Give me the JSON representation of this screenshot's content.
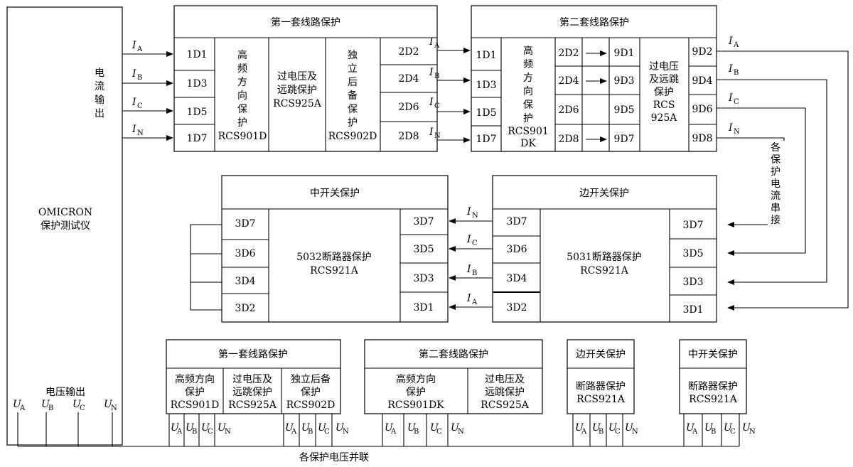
{
  "tester": {
    "current_out": [
      "电",
      "流",
      "输",
      "出"
    ],
    "name1": "OMICRON",
    "name2": "保护测试仪",
    "voltage_out": "电压输出"
  },
  "phases": [
    "A",
    "B",
    "C",
    "N"
  ],
  "prot1": {
    "title": "第一套线路保护",
    "left_terms": [
      "1D1",
      "1D3",
      "1D5",
      "1D7"
    ],
    "col1": [
      "高",
      "频",
      "方",
      "向",
      "保",
      "护",
      "RCS901D"
    ],
    "col2": [
      "过电压及",
      "远跳保护",
      "RCS925A"
    ],
    "col3": [
      "独",
      "立",
      "后",
      "备",
      "保",
      "护",
      "RCS902D"
    ],
    "right_terms": [
      "2D2",
      "2D4",
      "2D6",
      "2D8"
    ]
  },
  "prot2": {
    "title": "第二套线路保护",
    "left_terms": [
      "1D1",
      "1D3",
      "1D5",
      "1D7"
    ],
    "col1": [
      "高",
      "频",
      "方",
      "向",
      "保",
      "护",
      "RCS901",
      "DK"
    ],
    "mid_terms": [
      "2D2",
      "2D4",
      "2D6",
      "2D8"
    ],
    "nine_terms": [
      "9D1",
      "9D3",
      "9D5",
      "9D7"
    ],
    "col2": [
      "过电压",
      "及远跳",
      "保护",
      "RCS",
      "925A"
    ],
    "right_terms": [
      "9D2",
      "9D4",
      "9D6",
      "9D8"
    ]
  },
  "series_note": [
    "各",
    "保",
    "护",
    "电",
    "流",
    "串",
    "接"
  ],
  "mid_breaker": {
    "title": "中开关保护",
    "left_terms": [
      "3D7",
      "3D6",
      "3D4",
      "3D2"
    ],
    "body": [
      "5032断路器保护",
      "RCS921A"
    ],
    "right_terms": [
      "3D7",
      "3D5",
      "3D3",
      "3D1"
    ]
  },
  "side_breaker": {
    "title": "边开关保护",
    "left_terms": [
      "3D7",
      "3D6",
      "3D4",
      "3D2"
    ],
    "body": [
      "5031断路器保护",
      "RCS921A"
    ],
    "right_terms": [
      "3D7",
      "3D5",
      "3D3",
      "3D1"
    ]
  },
  "bottom": {
    "g1": {
      "title": "第一套线路保护",
      "cells": [
        [
          "高频方向",
          "保护",
          "RCS901D"
        ],
        [
          "过电压及",
          "远跳保护",
          "RCS925A"
        ],
        [
          "独立后备",
          "保护",
          "RCS902D"
        ]
      ]
    },
    "g2": {
      "title": "第二套线路保护",
      "cells": [
        [
          "高频方向",
          "保护",
          "RCS901DK"
        ],
        [
          "过电压及",
          "远跳保护",
          "RCS925A"
        ]
      ]
    },
    "g3": {
      "title": "边开关保护",
      "cells": [
        [
          "断路器保护",
          "RCS921A"
        ]
      ]
    },
    "g4": {
      "title": "中开关保护",
      "cells": [
        [
          "断路器保护",
          "RCS921A"
        ]
      ]
    }
  },
  "voltage_parallel": "各保护电压并联"
}
